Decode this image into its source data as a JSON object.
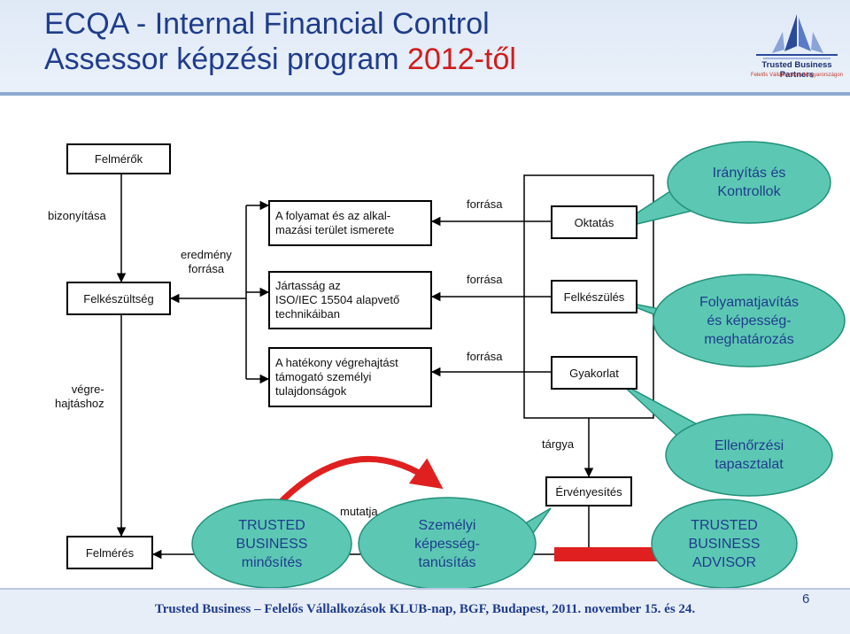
{
  "header": {
    "title_line1": "ECQA - Internal Financial Control",
    "title_line2_prefix": "Assessor képzési program ",
    "title_line2_accent": "2012-től",
    "logo_name": "Trusted Business Partners",
    "logo_tagline": "Felelős Vállalkozások Magyarországon"
  },
  "diagram": {
    "boxes": {
      "felmerok": "Felmérők",
      "felkeszultseg": "Felkészültség",
      "felmeres": "Felmérés",
      "kb1_line1": "A folyamat és az alkal-",
      "kb1_line2": "mazási terület ismerete",
      "kb2_line1": "Jártasság az",
      "kb2_line2": "ISO/IEC 15504 alapvető",
      "kb2_line3": "technikáiban",
      "kb3_line1": "A hatékony végrehajtást",
      "kb3_line2": "támogató személyi",
      "kb3_line3": "tulajdonságok",
      "oktatas": "Oktatás",
      "felkeszules": "Felkészülés",
      "gyakorlat": "Gyakorlat",
      "ervenyesites": "Érvényesítés"
    },
    "labels": {
      "bizonyitasa": "bizonyítása",
      "eredmeny_line1": "eredmény",
      "eredmeny_line2": "forrása",
      "vegre_line1": "végre-",
      "vegre_line2": "hajtáshoz",
      "forrasa1": "forrása",
      "forrasa2": "forrása",
      "forrasa3": "forrása",
      "targya": "tárgya",
      "mutatja": "mutatja"
    }
  },
  "bubbles": {
    "b1_line1": "Irányítás és",
    "b1_line2": "Kontrollok",
    "b2_line1": "Folyamatjavítás",
    "b2_line2": "és képesség-",
    "b2_line3": "meghatározás",
    "b3_line1": "Ellenőrzési",
    "b3_line2": "tapasztalat",
    "b4_line1": "TRUSTED",
    "b4_line2": "BUSINESS",
    "b4_line3": "minősítés",
    "b5_line1": "Személyi",
    "b5_line2": "képesség-",
    "b5_line3": "tanúsítás",
    "b6_line1": "TRUSTED",
    "b6_line2": "BUSINESS",
    "b6_line3": "ADVISOR"
  },
  "footer": {
    "text": "Trusted Business – Felelős Vállalkozások KLUB-nap, BGF, Budapest, 2011. november 15. és 24.",
    "page_number": "6"
  },
  "colors": {
    "title": "#1f3c8c",
    "accent": "#d21b1b",
    "bubble_fill": "#5cc8b4",
    "bubble_border": "#22917a",
    "red_arrow": "#e02020"
  }
}
